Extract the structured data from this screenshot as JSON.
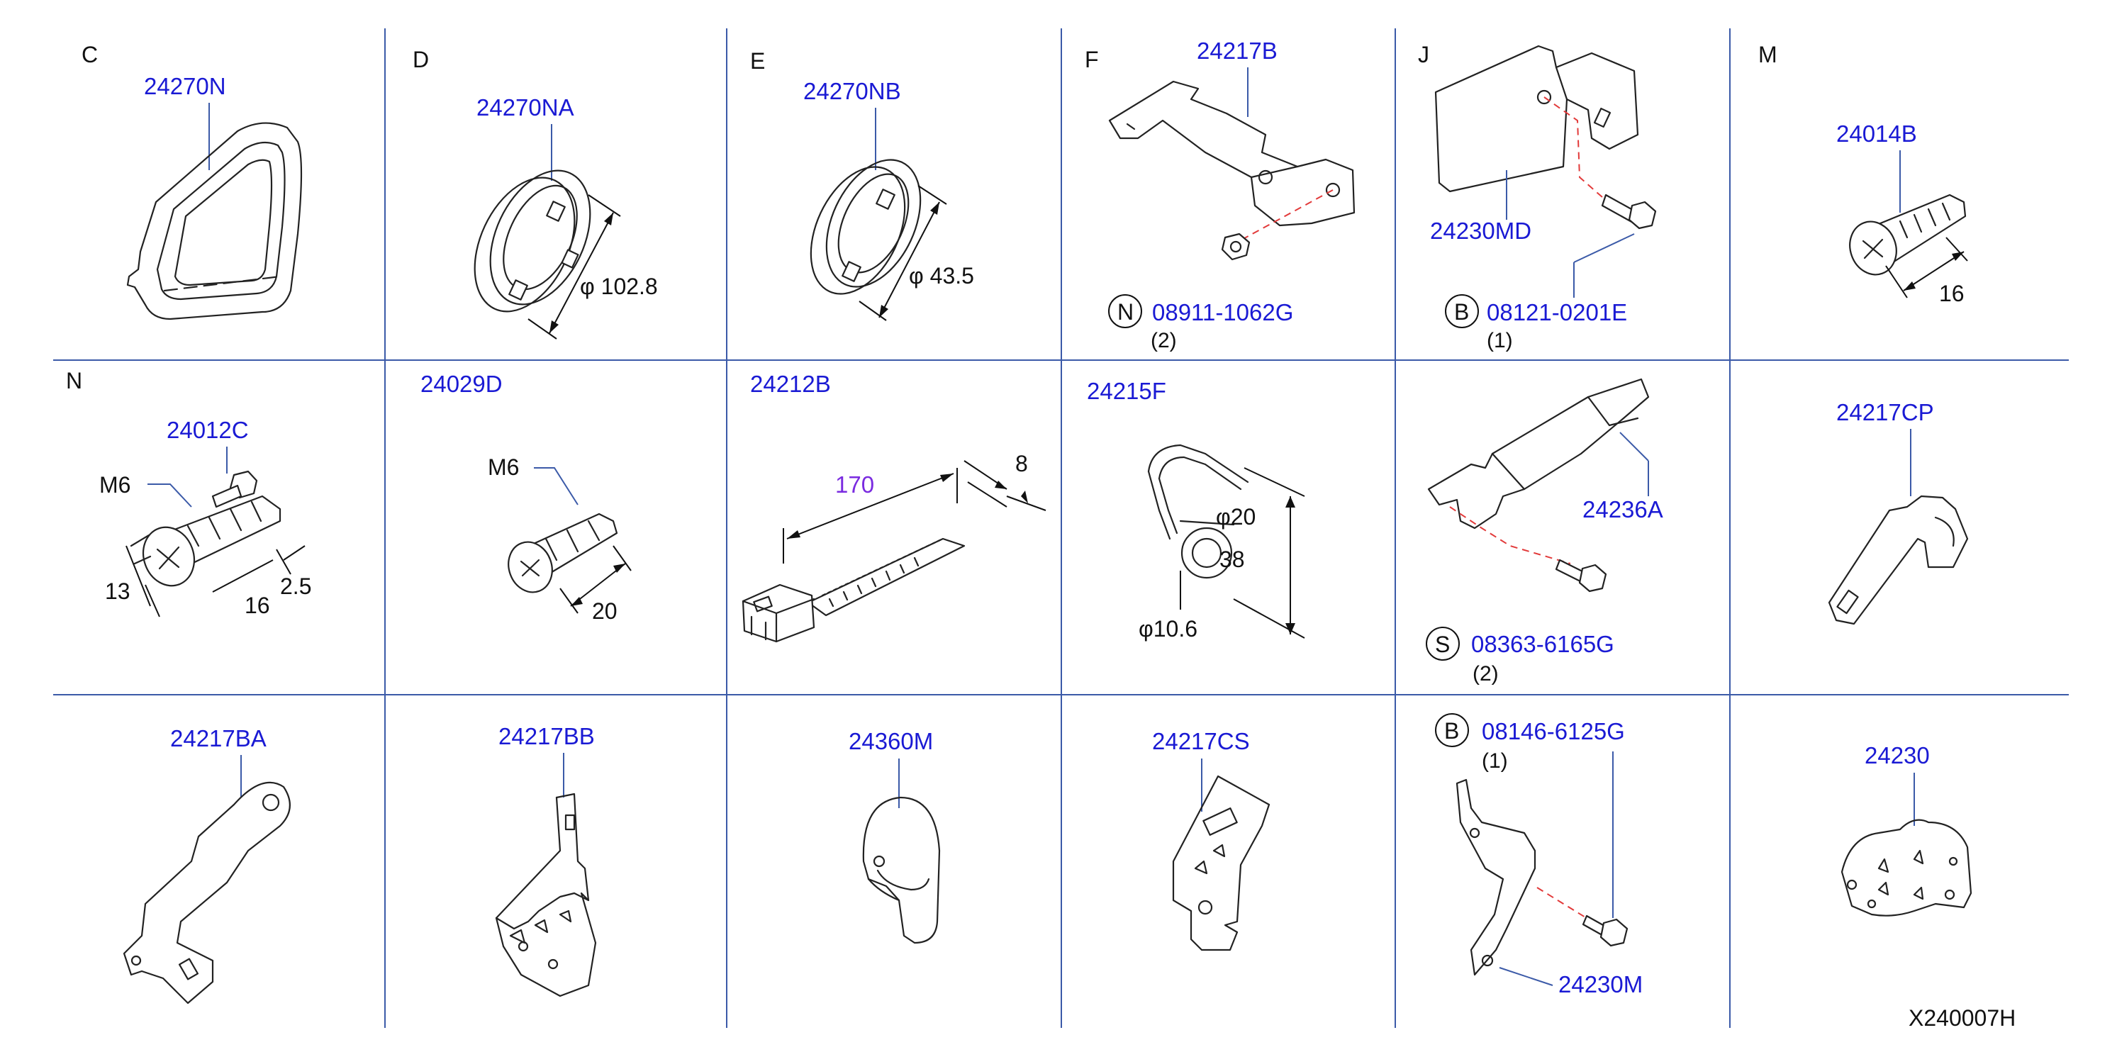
{
  "diagram_code": "X240007H",
  "colors": {
    "part_number": "#1a1ad4",
    "part_number_alt": "#7a2be0",
    "grid": "#3b5aa8",
    "hidden_line": "#e23a3a",
    "ink": "#222222"
  },
  "cells": {
    "c": {
      "letter": "C",
      "part": "24270N"
    },
    "d": {
      "letter": "D",
      "part": "24270NA",
      "dim": "φ  102.8"
    },
    "e": {
      "letter": "E",
      "part": "24270NB",
      "dim": "φ  43.5"
    },
    "f": {
      "letter": "F",
      "part": "24217B",
      "fastener_mark": "N",
      "fastener_part": "08911-1062G",
      "qty": "(2)"
    },
    "j": {
      "letter": "J",
      "part": "24230MD",
      "fastener_mark": "B",
      "fastener_part": "08121-0201E",
      "qty": "(1)"
    },
    "m": {
      "letter": "M",
      "part": "24014B",
      "dim": "16"
    },
    "n": {
      "letter": "N",
      "part": "24012C",
      "thread": "M6",
      "dim_a": "13",
      "dim_b": "16",
      "dim_c": "2.5"
    },
    "r2c2": {
      "part": "24029D",
      "thread": "M6",
      "dim": "20"
    },
    "r2c3": {
      "part": "24212B",
      "length": "170",
      "width": "8"
    },
    "r2c4": {
      "part": "24215F",
      "dim_a": "φ20",
      "dim_b": "38",
      "dim_c": "φ10.6"
    },
    "r2c5": {
      "part": "24236A",
      "fastener_mark": "S",
      "fastener_part": "08363-6165G",
      "qty": "(2)"
    },
    "r2c6": {
      "part": "24217CP"
    },
    "r3c1": {
      "part": "24217BA"
    },
    "r3c2": {
      "part": "24217BB"
    },
    "r3c3": {
      "part": "24360M"
    },
    "r3c4": {
      "part": "24217CS"
    },
    "r3c5": {
      "part": "24230M",
      "fastener_mark": "B",
      "fastener_part": "08146-6125G",
      "qty": "(1)"
    },
    "r3c6": {
      "part": "24230"
    }
  }
}
